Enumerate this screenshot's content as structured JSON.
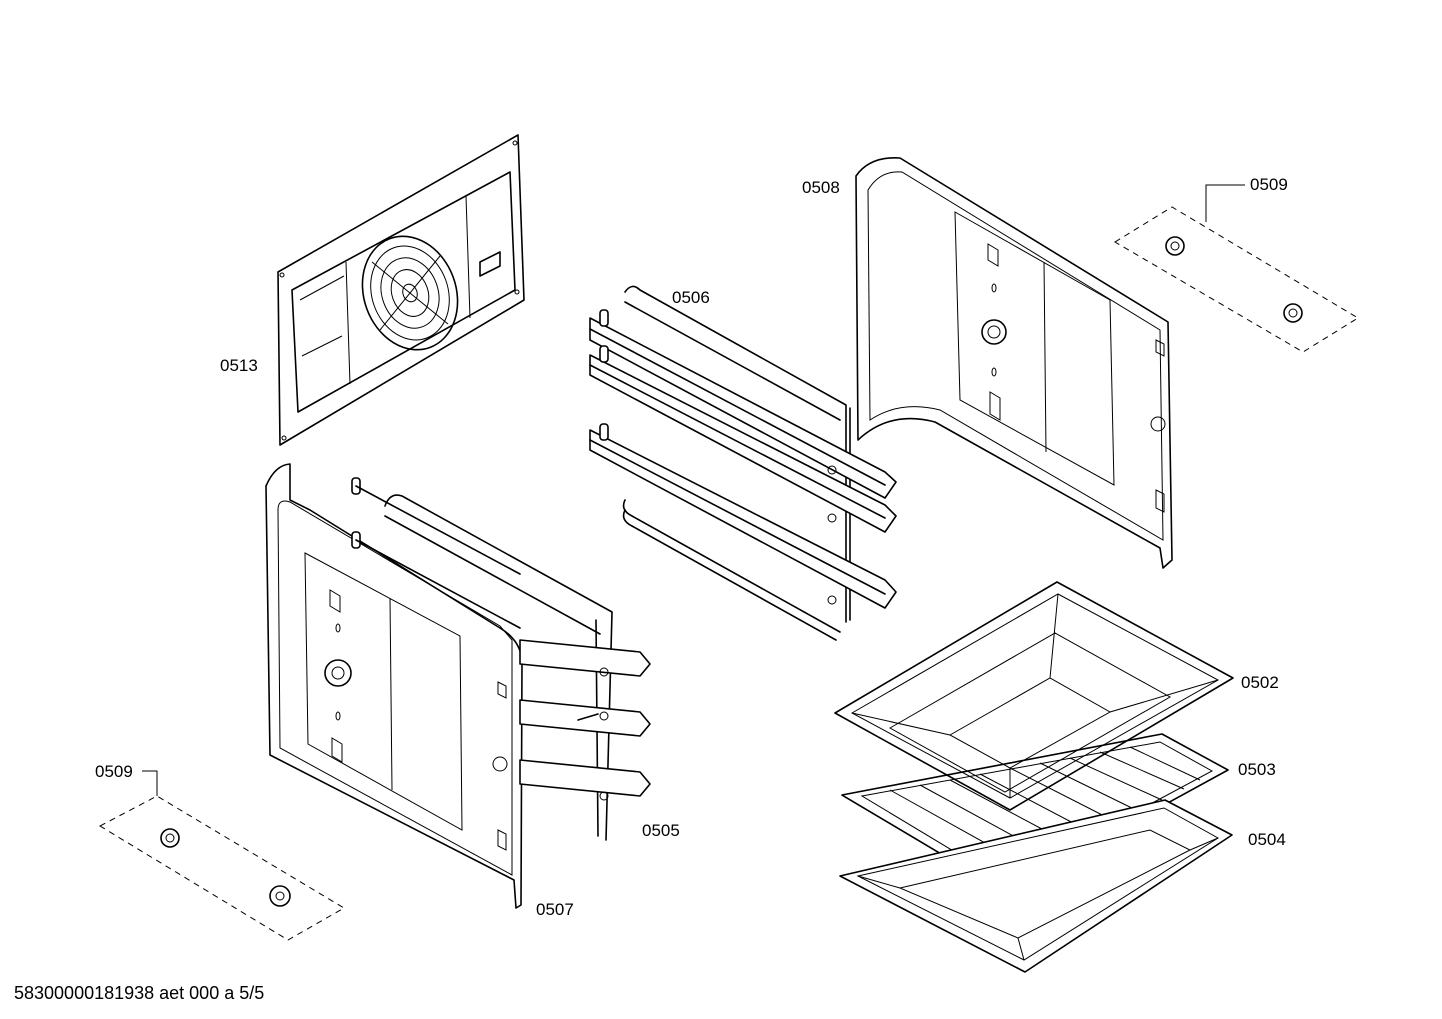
{
  "footer": {
    "text": "58300000181938 aet 000 a 5/5"
  },
  "parts": [
    {
      "id": "p0513",
      "label": "0513"
    },
    {
      "id": "p0506",
      "label": "0506"
    },
    {
      "id": "p0508",
      "label": "0508"
    },
    {
      "id": "p0509a",
      "label": "0509"
    },
    {
      "id": "p0509b",
      "label": "0509"
    },
    {
      "id": "p0505",
      "label": "0505"
    },
    {
      "id": "p0507",
      "label": "0507"
    },
    {
      "id": "p0502",
      "label": "0502"
    },
    {
      "id": "p0503",
      "label": "0503"
    },
    {
      "id": "p0504",
      "label": "0504"
    }
  ]
}
